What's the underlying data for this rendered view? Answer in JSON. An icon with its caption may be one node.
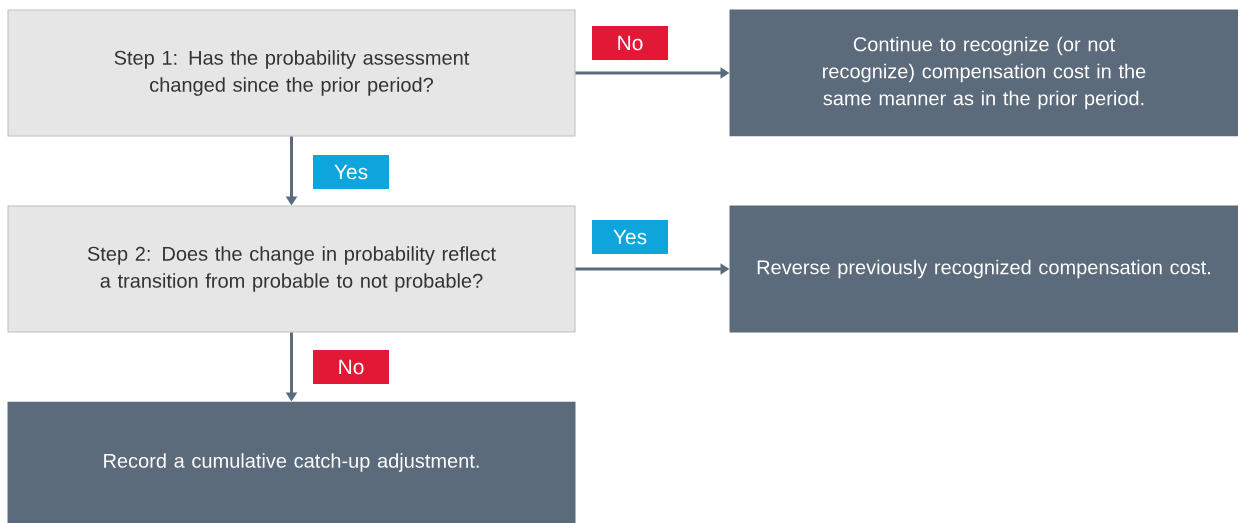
{
  "diagram": {
    "nodes": [
      {
        "text": [
          "Step 1: Has the probability assessment changed since the prior period?"
        ]
      },
      {
        "text": [
          "Continue to recognize (or not recognize) compensation cost in the same manner as in the prior period."
        ]
      },
      {
        "text": [
          "Step 2: Does the change in probability reflect a transition from probable to not probable?"
        ]
      },
      {
        "text": [
          "Reverse previously recognized compensation cost."
        ]
      },
      {
        "text": [
          "Record a cumulative catch-up adjustment."
        ]
      }
    ],
    "edges": [
      {
        "from": 0,
        "to": 1,
        "arrow": "to",
        "label": "No"
      },
      {
        "from": 0,
        "to": 2,
        "arrow": "to",
        "label": "Yes"
      },
      {
        "from": 2,
        "to": 3,
        "arrow": "to",
        "label": "Yes"
      },
      {
        "from": 2,
        "to": 4,
        "arrow": "to",
        "label": "No"
      }
    ]
  }
}
